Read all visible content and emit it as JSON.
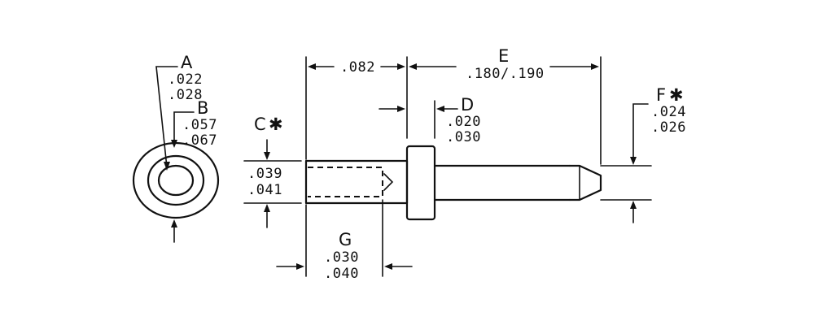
{
  "dimensions": {
    "A": {
      "label": "A",
      "min": ".022",
      "max": ".028"
    },
    "B": {
      "label": "B",
      "min": ".057",
      "max": ".067"
    },
    "C": {
      "label": "C",
      "mark": "✱",
      "min": ".039",
      "max": ".041"
    },
    "D": {
      "label": "D",
      "min": ".020",
      "max": ".030"
    },
    "E": {
      "label": "E",
      "range": ".180/.190"
    },
    "F": {
      "label": "F",
      "mark": "✱",
      "min": ".024",
      "max": ".026"
    },
    "G": {
      "label": "G",
      "min": ".030",
      "max": ".040"
    },
    "offset": {
      "value": ".082"
    }
  }
}
